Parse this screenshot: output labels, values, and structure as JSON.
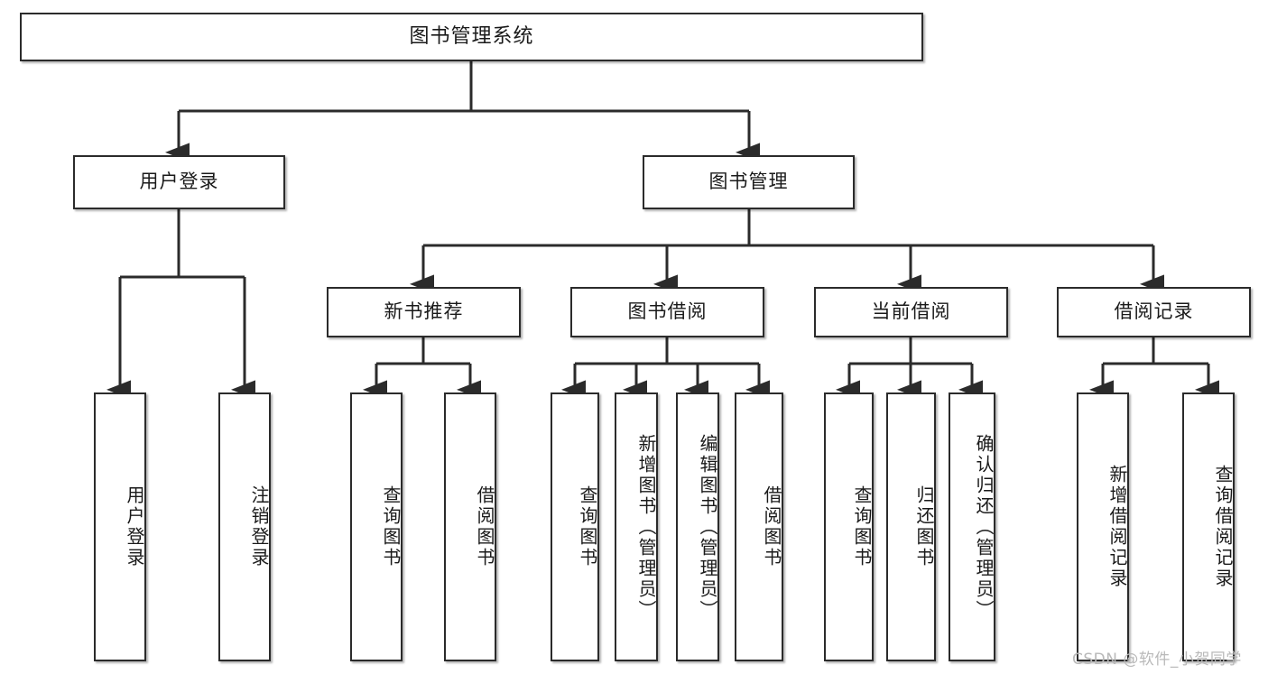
{
  "diagram": {
    "title": "图书管理系统",
    "style": {
      "box_fill": "#ffffff",
      "box_border": "#2b2b2b",
      "text_color": "#1a1a1a",
      "edge_color": "#2b2b2b",
      "background": "#ffffff",
      "watermark_color": "#b9b9b9"
    },
    "nodes": {
      "root": {
        "label": "图书管理系统"
      },
      "level2": [
        {
          "id": "user-login",
          "label": "用户登录"
        },
        {
          "id": "book-manage",
          "label": "图书管理"
        }
      ],
      "level3": [
        {
          "id": "new-book-recommend",
          "label": "新书推荐"
        },
        {
          "id": "book-borrow",
          "label": "图书借阅"
        },
        {
          "id": "current-borrow",
          "label": "当前借阅"
        },
        {
          "id": "borrow-record",
          "label": "借阅记录"
        }
      ],
      "leaves": {
        "user_login": [
          {
            "id": "leaf-user-login",
            "label": "用户登录"
          },
          {
            "id": "leaf-user-logout",
            "label": "注销登录"
          }
        ],
        "new_book_recommend": [
          {
            "id": "leaf-query-book-1",
            "label": "查询图书"
          },
          {
            "id": "leaf-borrow-book-1",
            "label": "借阅图书"
          }
        ],
        "book_borrow": [
          {
            "id": "leaf-query-book-2",
            "label": "查询图书"
          },
          {
            "id": "leaf-add-book",
            "label": "新增图书（管理员）"
          },
          {
            "id": "leaf-edit-book",
            "label": "编辑图书（管理员）"
          },
          {
            "id": "leaf-borrow-book-2",
            "label": "借阅图书"
          }
        ],
        "current_borrow": [
          {
            "id": "leaf-query-book-3",
            "label": "查询图书"
          },
          {
            "id": "leaf-return-book",
            "label": "归还图书"
          },
          {
            "id": "leaf-confirm-return",
            "label": "确认归还（管理员）"
          }
        ],
        "borrow_record": [
          {
            "id": "leaf-add-record",
            "label": "新增借阅记录"
          },
          {
            "id": "leaf-query-record",
            "label": "查询借阅记录"
          }
        ]
      }
    },
    "watermark": "CSDN @软件_小贺同学"
  }
}
